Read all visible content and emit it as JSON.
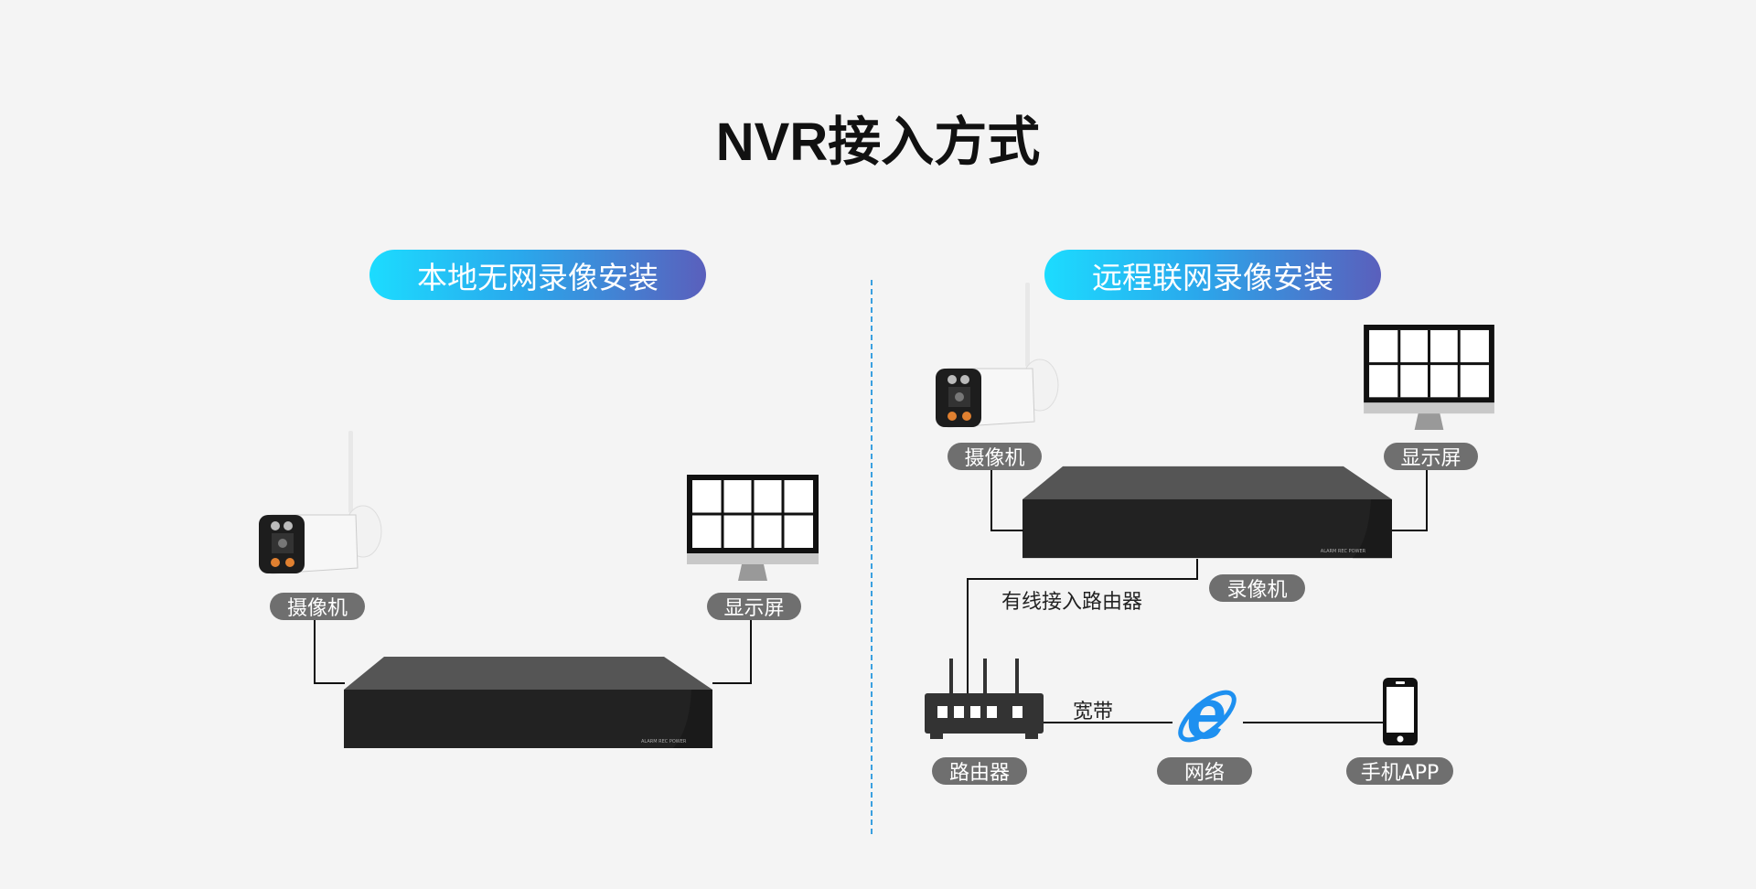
{
  "title": "NVR接入方式",
  "left_panel": {
    "heading": "本地无网录像安装",
    "camera_label": "摄像机",
    "monitor_label": "显示屏"
  },
  "right_panel": {
    "heading": "远程联网录像安装",
    "camera_label": "摄像机",
    "monitor_label": "显示屏",
    "nvr_label": "录像机",
    "wired_text": "有线接入路由器",
    "broadband_text": "宽带",
    "router_label": "路由器",
    "network_label": "网络",
    "phone_label": "手机APP"
  },
  "nvr_front_labels": [
    "ALARM",
    "REC",
    "POWER"
  ],
  "colors": {
    "pill_start": "#1cdcff",
    "pill_end": "#5a5fbc",
    "tag_bg": "#6f6f6f",
    "divider": "#3aa0e0",
    "ie_blue": "#1e90f0"
  }
}
